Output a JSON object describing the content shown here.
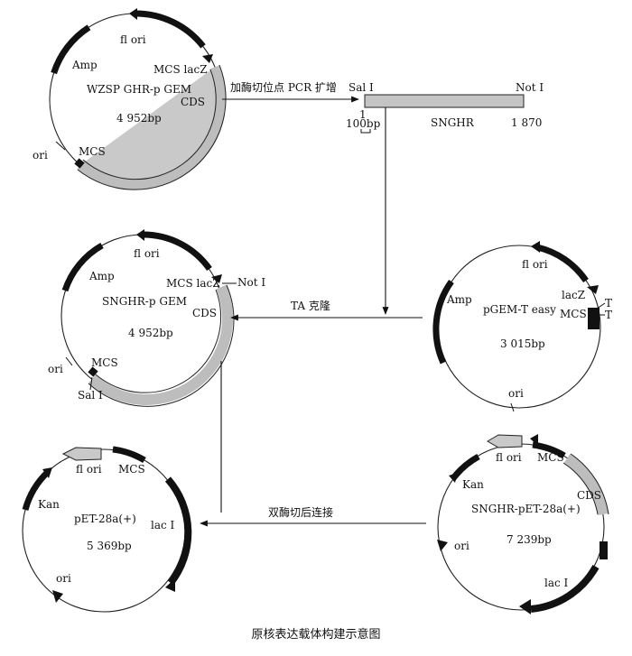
{
  "caption": "原核表达载体构建示意图",
  "plasmid1": {
    "name": "WZSP GHR-p GEM",
    "size": "4 952bp",
    "f1": "fl ori",
    "amp": "Amp",
    "mcs_lacz": "MCS lacZ",
    "cds": "CDS",
    "ori": "ori",
    "mcs": "MCS"
  },
  "arrow1": {
    "label": "加酶切位点 PCR 扩增"
  },
  "insert": {
    "sal": "Sal I",
    "not": "Not I",
    "start": "1",
    "end": "1 870",
    "scale": "100bp",
    "name": "SNGHR"
  },
  "plasmid2": {
    "name": "SNGHR-p GEM",
    "size": "4 952bp",
    "f1": "fl ori",
    "amp": "Amp",
    "mcs_lacz": "MCS lacZ",
    "not": "Not I",
    "cds": "CDS",
    "ori": "ori",
    "mcs": "MCS",
    "sal": "Sal I"
  },
  "arrow2": {
    "label": "TA 克隆"
  },
  "plasmid3": {
    "name": "pGEM-T easy",
    "size": "3 015bp",
    "f1": "fl ori",
    "amp": "Amp",
    "lacz": "lacZ",
    "mcs": "MCS",
    "t1": "T",
    "t2": "T",
    "ori": "ori"
  },
  "plasmid4": {
    "name": "pET-28a(+)",
    "size": "5 369bp",
    "f1": "fl ori",
    "mcs": "MCS",
    "kan": "Kan",
    "laci": "lac I",
    "ori": "ori"
  },
  "arrow3": {
    "label": "双酶切后连接"
  },
  "plasmid5": {
    "name": "SNGHR-pET-28a(+)",
    "size": "7 239bp",
    "f1": "fl ori",
    "mcs": "MCS",
    "kan": "Kan",
    "cds": "CDS",
    "ori": "ori",
    "laci": "lac I"
  }
}
